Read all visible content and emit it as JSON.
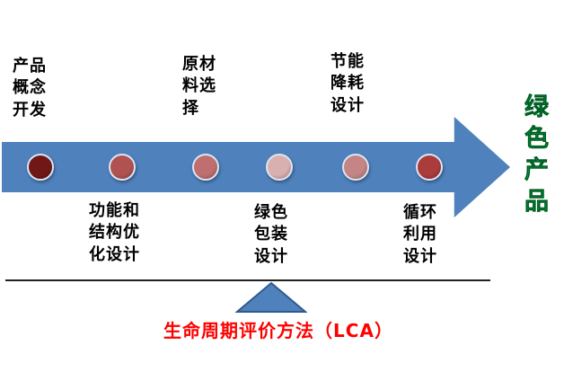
{
  "diagram": {
    "background": "#ffffff",
    "arrow_color": "#4f81bd",
    "top_labels": [
      {
        "text": "产品\n概念\n开发"
      },
      {
        "text": "原材\n料选\n择"
      },
      {
        "text": "节能\n降耗\n设计"
      }
    ],
    "bottom_labels": [
      {
        "text": "功能和\n结构优\n化设计"
      },
      {
        "text": "绿色\n包装\n设计"
      },
      {
        "text": "循环\n利用\n设计"
      }
    ],
    "dots": [
      {
        "name": "stage-dot-1",
        "color": "#701818"
      },
      {
        "name": "stage-dot-2",
        "color": "#b05252"
      },
      {
        "name": "stage-dot-3",
        "color": "#bf6f6f"
      },
      {
        "name": "stage-dot-4",
        "color": "#d9b0b0"
      },
      {
        "name": "stage-dot-5",
        "color": "#c58585"
      },
      {
        "name": "stage-dot-6",
        "color": "#ab3c3c"
      }
    ],
    "right_label": {
      "text": "绿\n色\n产\n品",
      "color": "#00b050"
    },
    "footer": {
      "lca_text": "生命周期评价方法（LCA）",
      "text_color": "#ff0000",
      "triangle_fill": "#4f81bd",
      "triangle_stroke": "#2e5a8f"
    }
  }
}
